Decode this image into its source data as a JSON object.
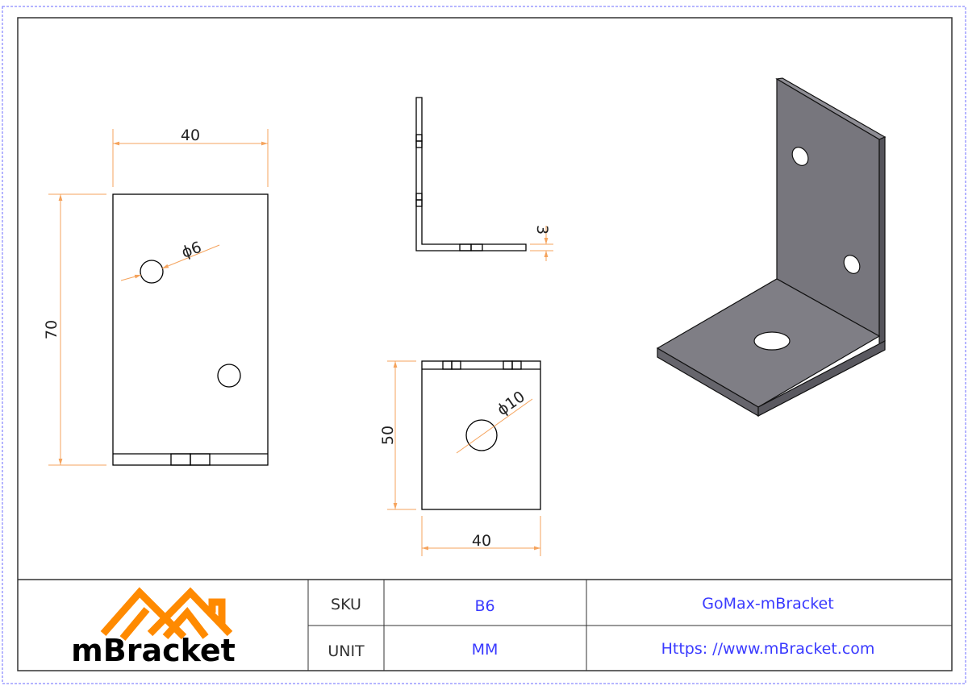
{
  "drawing": {
    "front_view": {
      "width_dim": "40",
      "height_dim": "70",
      "hole_dim": "ϕ6"
    },
    "side_view": {
      "thickness_dim": "3"
    },
    "top_view": {
      "height_dim": "50",
      "width_dim": "40",
      "hole_dim": "ϕ10"
    }
  },
  "title_block": {
    "logo_text": "mBracket",
    "sku_label": "SKU",
    "sku_value": "B6",
    "unit_label": "UNIT",
    "unit_value": "MM",
    "product_name": "GoMax-mBracket",
    "website": "Https: //www.mBracket.com"
  },
  "colors": {
    "dimension": "#f5a35c",
    "text_blue": "#3a3aff",
    "logo_orange": "#ff8a00",
    "part_gray": "#77767d"
  }
}
